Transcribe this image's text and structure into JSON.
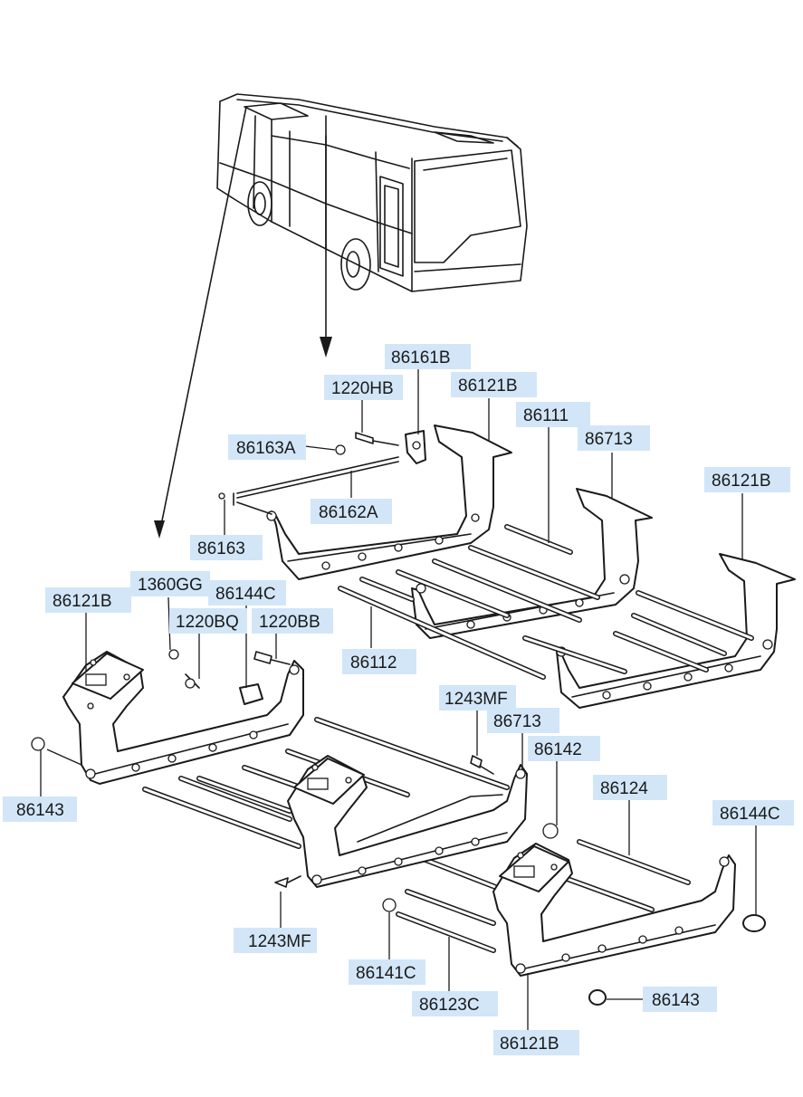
{
  "labels": {
    "p86161B": "86161B",
    "p1220HB": "1220HB",
    "p86121B_a": "86121B",
    "p86111": "86111",
    "p86713_a": "86713",
    "p86121B_b": "86121B",
    "p86163A": "86163A",
    "p86162A": "86162A",
    "p86163": "86163",
    "p1360GG": "1360GG",
    "p86144C_a": "86144C",
    "p86121B_c": "86121B",
    "p1220BQ": "1220BQ",
    "p1220BB": "1220BB",
    "p86112": "86112",
    "p1243MF_a": "1243MF",
    "p86713_b": "86713",
    "p86142": "86142",
    "p86143_a": "86143",
    "p86124": "86124",
    "p86144C_b": "86144C",
    "p1243MF_b": "1243MF",
    "p86141C": "86141C",
    "p86123C": "86123C",
    "p86143_b": "86143",
    "p86121B_d": "86121B"
  },
  "colors": {
    "label_background": "#d2e6f8",
    "line": "#1a1a1a",
    "background": "#ffffff"
  }
}
